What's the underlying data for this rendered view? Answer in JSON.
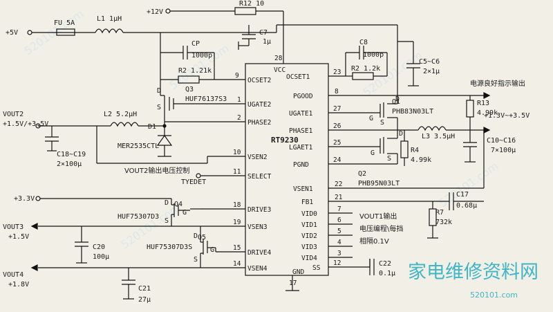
{
  "ic": {
    "name": "RT9230",
    "pins_left": [
      {
        "num": "9",
        "name": "OCSET2"
      },
      {
        "num": "1",
        "name": "UGATE2"
      },
      {
        "num": "2",
        "name": "PHASE2"
      },
      {
        "num": "10",
        "name": "VSEN2"
      },
      {
        "num": "11",
        "name": "SELECT"
      },
      {
        "num": "18",
        "name": "DRIVE3"
      },
      {
        "num": "19",
        "name": "VSEN3"
      },
      {
        "num": "15",
        "name": "DRIVE4"
      },
      {
        "num": "14",
        "name": "VSEN4"
      }
    ],
    "pins_right": [
      {
        "num": "23",
        "name": "OCSET1"
      },
      {
        "num": "8",
        "name": "PGOOD"
      },
      {
        "num": "27",
        "name": "UGATE1"
      },
      {
        "num": "26",
        "name": "PHASE1"
      },
      {
        "num": "25",
        "name": "LGAET1"
      },
      {
        "num": "24",
        "name": "PGND"
      },
      {
        "num": "22",
        "name": "VSEN1"
      },
      {
        "num": "21",
        "name": "FB1"
      },
      {
        "num": "7",
        "name": "VID0"
      },
      {
        "num": "6",
        "name": "VID1"
      },
      {
        "num": "5",
        "name": "VID2"
      },
      {
        "num": "4",
        "name": "VID3"
      },
      {
        "num": "3",
        "name": "VID4"
      },
      {
        "num": "12",
        "name": "SS"
      }
    ],
    "vcc": {
      "num": "28",
      "name": "VCC"
    },
    "gnd": {
      "num": "17",
      "name": "GND"
    }
  },
  "rails": {
    "p5v": "+5V",
    "p12v": "+12V",
    "p3v3": "+3.3V",
    "vout2": "VOUT2",
    "vout2_range": "+1.5V/+3.5V",
    "vout3": "VOUT3",
    "vout3_value": "+1.5V",
    "vout4": "VOUT4",
    "vout4_value": "+1.8V",
    "vout1_range": "+1.3V~+3.5V"
  },
  "components": {
    "fu": "FU 5A",
    "l1": "L1 1μH",
    "r12": "R12 10",
    "cp": "CP",
    "cp_val": "1000p",
    "c7": "C7",
    "c7_val": "1μ",
    "r2a": "R2 1.21k",
    "q3": "Q3",
    "q3_part": "HUF76137S3",
    "l2": "L2 5.2μH",
    "d1": "D1",
    "d1_part": "MER2535CTL",
    "c18": "C18~C19",
    "c18_val": "2×100μ",
    "c8": "C8",
    "c8_val": "1000p",
    "c5": "C5~C6",
    "c5_val": "2×1μ",
    "r2b": "R2 1.2k",
    "q1": "Q1",
    "q1_part": "PHB83N03LT",
    "r13": "R13",
    "r13_val": "4.99k",
    "l3": "L3 3.5μH",
    "r4": "R4",
    "r4_val": "4.99k",
    "c10": "C10~C16",
    "c10_val": "7×100μ",
    "q2": "Q2",
    "q2_part": "PHB95N03LT",
    "c17": "C17",
    "c17_val": "0.68μ",
    "r7": "R7",
    "r7_val": "732k",
    "q4": "Q4",
    "q4_part": "HUF75307D3",
    "q5": "Q5",
    "q5_part": "HUF75307D3S",
    "c20": "C20",
    "c20_val": "100μ",
    "c21": "C21",
    "c21_val": "27μ",
    "c22": "C22",
    "c22_val": "0.1μ",
    "pin_d": "D",
    "pin_g": "G",
    "pin_s": "S"
  },
  "notes": {
    "pgood": "电源良好指示输出",
    "vout2_ctrl": "VOUT2输出电压控制",
    "tyedet": "TYEDET",
    "vid_line1": "VOUT1输出",
    "vid_line2": "电压编程\\每挡",
    "vid_line3": "相隔0.1V"
  },
  "watermark": {
    "brand": "家电维修资料网",
    "url": "520101.com"
  }
}
